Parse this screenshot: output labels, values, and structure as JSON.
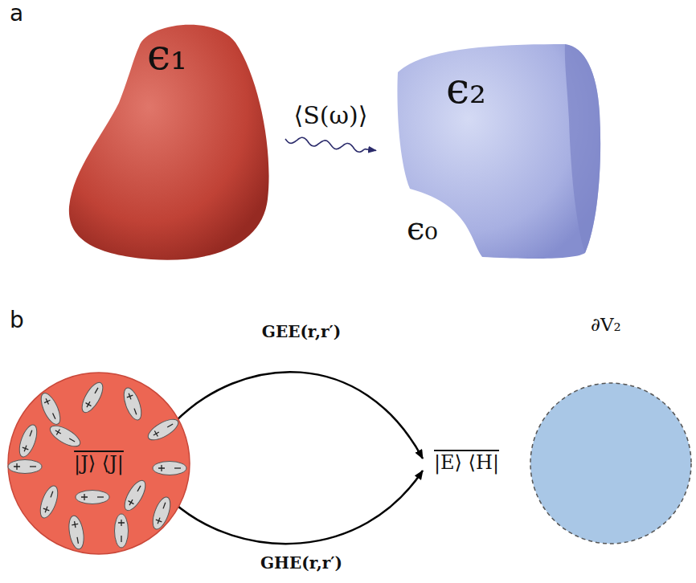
{
  "diagram": {
    "nodes": [
      {
        "text": [
          "ϵ₁"
        ]
      },
      {
        "text": [
          "ϵ₂"
        ]
      },
      {
        "text": [
          "|J⟩ ⟨J|"
        ]
      },
      {
        "text": [
          "∂V₂"
        ]
      }
    ],
    "edges": [
      {
        "from": 0,
        "to": 1,
        "arrow": "to",
        "label": "⟨S(ω)⟩"
      }
    ],
    "labels": [
      "a",
      "ϵ₀",
      "b",
      "GEE(r,r′)",
      "GHE(r,r′)",
      "|E⟩ ⟨H|"
    ]
  }
}
